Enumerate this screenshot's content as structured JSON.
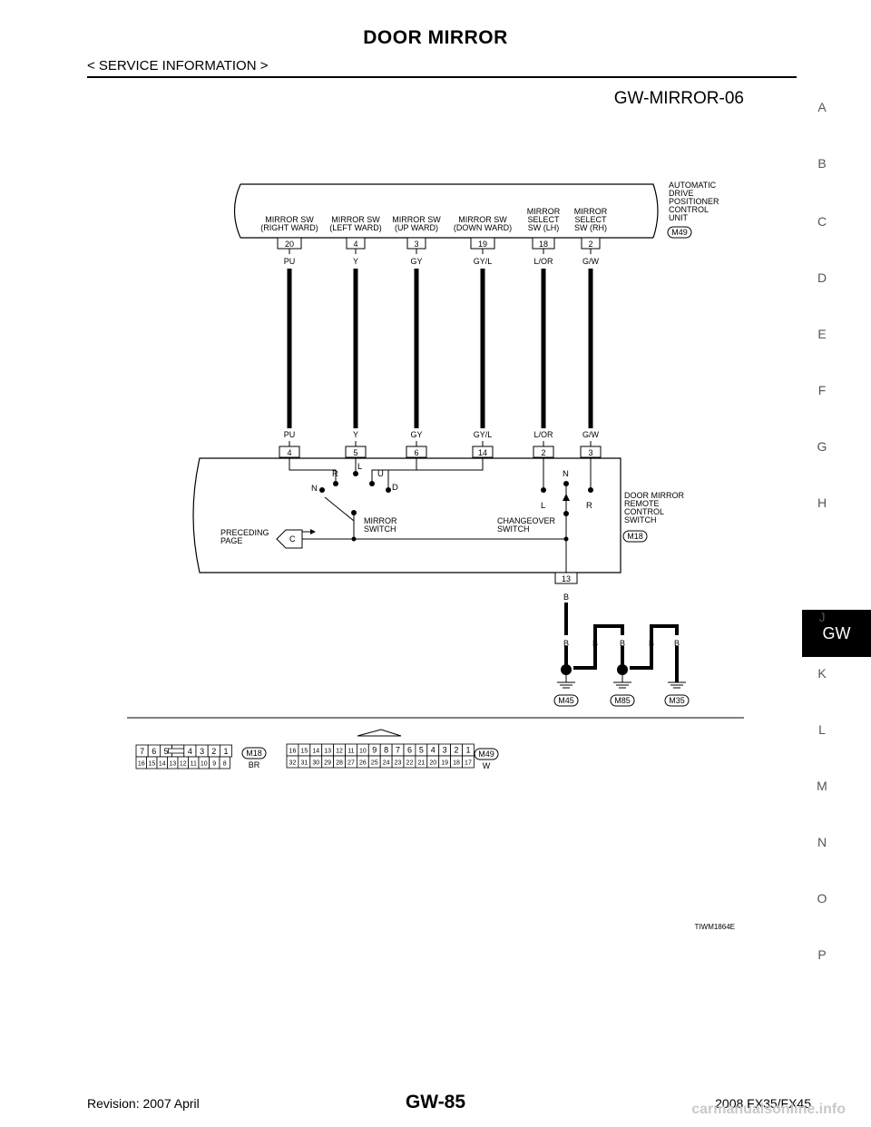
{
  "header": {
    "title": "DOOR MIRROR",
    "subtitle": "< SERVICE INFORMATION >"
  },
  "side_index": {
    "letters": [
      "A",
      "B",
      "C",
      "D",
      "E",
      "F",
      "G",
      "H",
      "GW",
      "J",
      "K",
      "L",
      "M",
      "N",
      "O",
      "P"
    ],
    "active": "GW"
  },
  "diagram": {
    "title": "GW-MIRROR-06",
    "unit_label": [
      "AUTOMATIC",
      "DRIVE",
      "POSITIONER",
      "CONTROL",
      "UNIT"
    ],
    "unit_connector": "M49",
    "top_columns": [
      {
        "label": [
          "MIRROR SW",
          "(RIGHT WARD)"
        ],
        "pin": "20",
        "color": "PU"
      },
      {
        "label": [
          "MIRROR SW",
          "(LEFT WARD)"
        ],
        "pin": "4",
        "color": "Y"
      },
      {
        "label": [
          "MIRROR SW",
          "(UP WARD)"
        ],
        "pin": "3",
        "color": "GY"
      },
      {
        "label": [
          "MIRROR SW",
          "(DOWN WARD)"
        ],
        "pin": "19",
        "color": "GY/L"
      },
      {
        "label": [
          "MIRROR",
          "SELECT",
          "SW (LH)"
        ],
        "pin": "18",
        "color": "L/OR"
      },
      {
        "label": [
          "MIRROR",
          "SELECT",
          "SW (RH)"
        ],
        "pin": "2",
        "color": "G/W"
      }
    ],
    "bottom_columns": [
      {
        "pin": "4",
        "color": "PU"
      },
      {
        "pin": "5",
        "color": "Y"
      },
      {
        "pin": "6",
        "color": "GY"
      },
      {
        "pin": "14",
        "color": "GY/L"
      },
      {
        "pin": "2",
        "color": "L/OR"
      },
      {
        "pin": "3",
        "color": "G/W"
      }
    ],
    "switch_label": [
      "DOOR MIRROR",
      "REMOTE",
      "CONTROL",
      "SWITCH"
    ],
    "switch_connector": "M18",
    "mirror_switch_label": [
      "MIRROR",
      "SWITCH"
    ],
    "changeover_label": [
      "CHANGEOVER",
      "SWITCH"
    ],
    "preceding_label": [
      "PRECEDING",
      "PAGE"
    ],
    "preceding_marker": "C",
    "mirror_positions": {
      "n": "N",
      "r": "R",
      "l": "L",
      "u": "U",
      "d": "D"
    },
    "changeover_positions": {
      "n": "N",
      "l": "L",
      "r": "R"
    },
    "ground_pin": "13",
    "ground_wire": "B",
    "ground_wire_labels": [
      "B",
      "B",
      "B",
      "B",
      "B"
    ],
    "grounds": [
      "M45",
      "M85",
      "M35"
    ],
    "connector_m18": {
      "name": "M18",
      "color": "BR",
      "row1": [
        "7",
        "6",
        "5",
        "",
        "4",
        "3",
        "2",
        "1"
      ],
      "row2": [
        "16",
        "15",
        "14",
        "13",
        "12",
        "11",
        "10",
        "9",
        "8"
      ]
    },
    "connector_m49": {
      "name": "M49",
      "color": "W",
      "row1": [
        "16",
        "15",
        "14",
        "13",
        "12",
        "11",
        "10",
        "9",
        "8",
        "7",
        "6",
        "5",
        "4",
        "3",
        "2",
        "1"
      ],
      "row2": [
        "32",
        "31",
        "30",
        "29",
        "28",
        "27",
        "26",
        "25",
        "24",
        "23",
        "22",
        "21",
        "20",
        "19",
        "18",
        "17"
      ]
    },
    "figure_id": "TIWM1864E"
  },
  "footer": {
    "revision": "Revision: 2007 April",
    "page": "GW-85",
    "model": "2008 FX35/FX45",
    "watermark": "carmanualsonline.info"
  }
}
